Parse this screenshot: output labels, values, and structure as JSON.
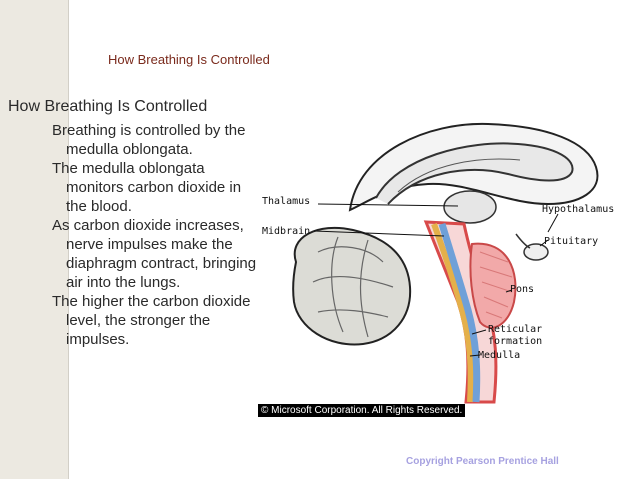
{
  "slide": {
    "header": "How Breathing Is Controlled",
    "title": "How Breathing Is Controlled",
    "bullets": [
      "Breathing is controlled by the medulla oblongata.",
      "The medulla oblongata monitors carbon dioxide in the blood.",
      "As carbon dioxide increases, nerve impulses make the diaphragm contract, bringing air into the lungs.",
      "The higher the carbon dioxide level, the stronger the impulses."
    ]
  },
  "figure": {
    "labels": {
      "thalamus": "Thalamus",
      "midbrain": "Midbrain",
      "hypothalamus": "Hypothalamus",
      "pituitary": "Pituitary",
      "pons": "Pons",
      "reticular": "Reticular",
      "formation": "formation",
      "medulla": "Medulla"
    },
    "image_copyright": "© Microsoft Corporation. All Rights Reserved."
  },
  "footer": {
    "copyright": "Copyright Pearson Prentice Hall"
  },
  "colors": {
    "accent_header": "#7a2a1c",
    "body_text": "#2a2a2a",
    "footer_text": "#a6a1e0",
    "left_band": "#ece9e1",
    "pons_fill": "#f2a9a9",
    "reticular_stripe": "#e4b04a",
    "medulla_core": "#6fa0d8",
    "outline_stripe": "#d84a4a"
  }
}
